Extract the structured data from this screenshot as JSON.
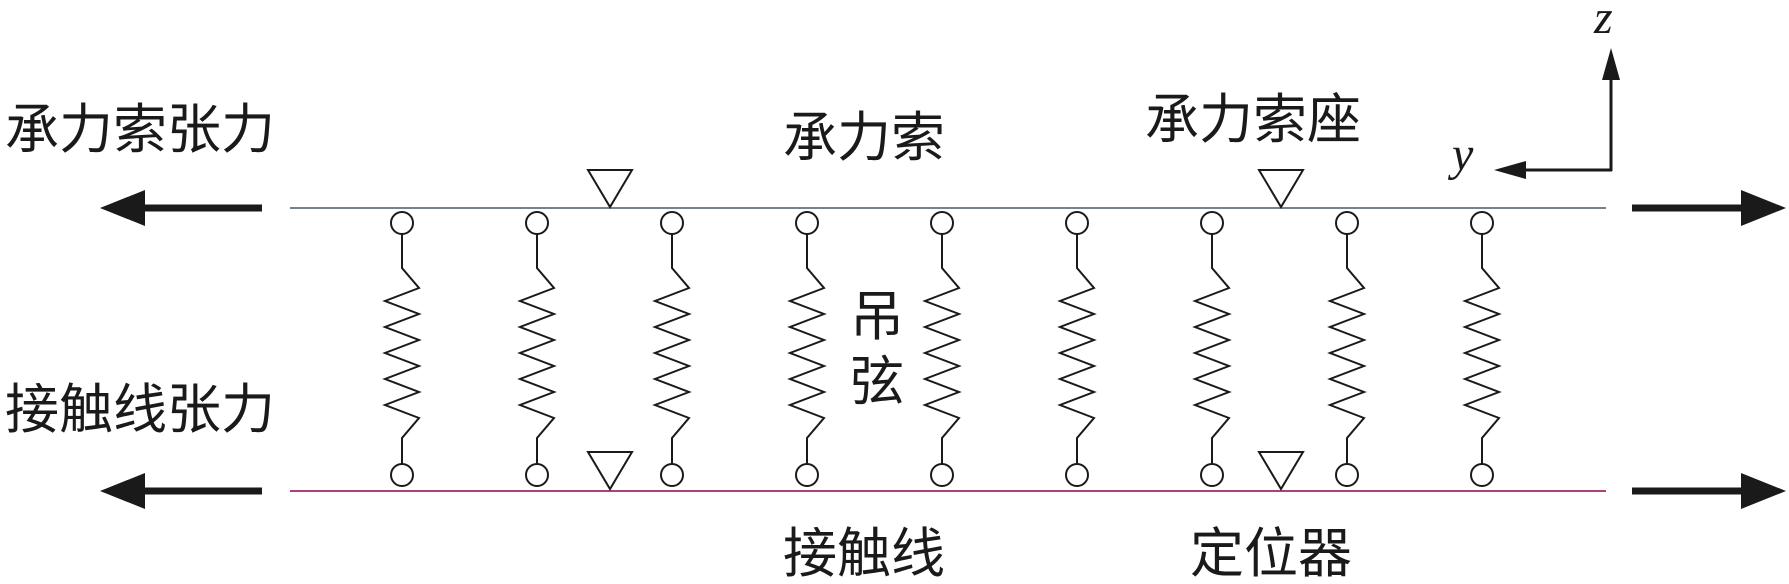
{
  "labels": {
    "messenger_tension": "承力索张力",
    "contact_tension": "接触线张力",
    "messenger_wire": "承力索",
    "messenger_support": "承力索座",
    "dropper_line1": "吊",
    "dropper_line2": "弦",
    "contact_wire": "接触线",
    "steady_arm": "定位器",
    "axis_z": "z",
    "axis_y": "y"
  },
  "counts": {
    "droppers": 9,
    "supports_per_wire": 2
  },
  "colors": {
    "messenger_line": "#4a5a6a",
    "contact_line": "#b0407a",
    "ink": "#1a1a1a"
  }
}
